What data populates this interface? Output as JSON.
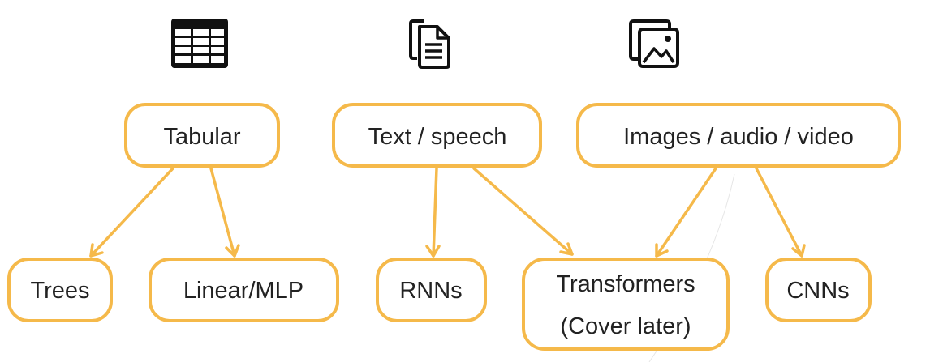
{
  "colors": {
    "accent": "#f5b94a",
    "text": "#222222",
    "icon": "#111111"
  },
  "icons": {
    "tabular": "table-icon",
    "text": "document-icon",
    "images": "image-gallery-icon"
  },
  "nodes": {
    "tabular": {
      "label": "Tabular"
    },
    "text_speech": {
      "label": "Text / speech"
    },
    "images_audio_video": {
      "label": "Images / audio / video"
    },
    "trees": {
      "label": "Trees"
    },
    "linear_mlp": {
      "label": "Linear/MLP"
    },
    "rnns": {
      "label": "RNNs"
    },
    "transformers": {
      "line1": "Transformers",
      "line2": "(Cover later)"
    },
    "cnns": {
      "label": "CNNs"
    }
  },
  "edges": [
    {
      "from": "Tabular",
      "to": "Trees"
    },
    {
      "from": "Tabular",
      "to": "Linear/MLP"
    },
    {
      "from": "Text / speech",
      "to": "RNNs"
    },
    {
      "from": "Text / speech",
      "to": "Transformers"
    },
    {
      "from": "Images / audio / video",
      "to": "Transformers"
    },
    {
      "from": "Images / audio / video",
      "to": "CNNs"
    }
  ]
}
